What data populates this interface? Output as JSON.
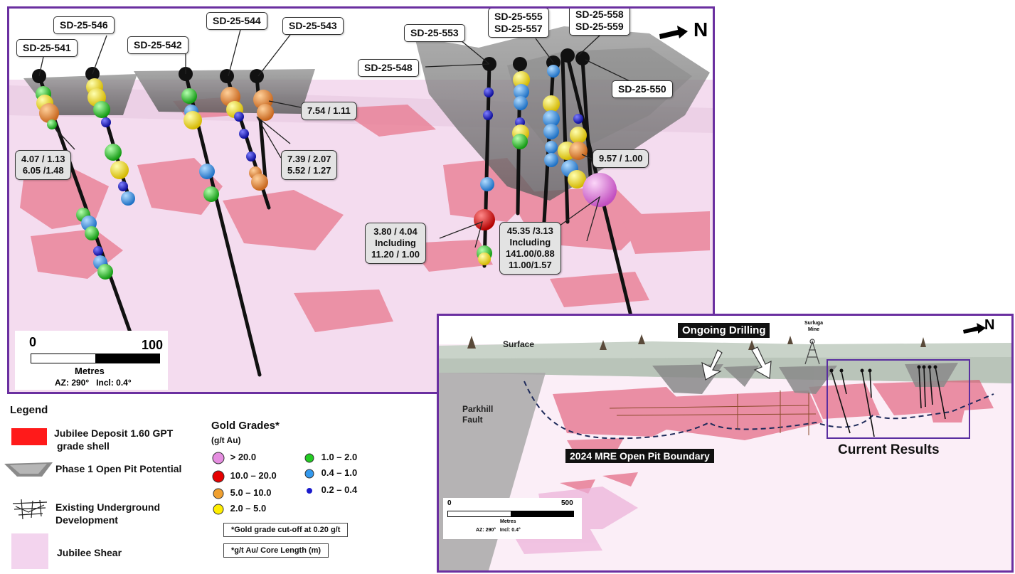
{
  "main_section": {
    "north_label": "N",
    "hole_labels": [
      "SD-25-541",
      "SD-25-546",
      "SD-25-542",
      "SD-25-544",
      "SD-25-543",
      "SD-25-553",
      "SD-25-548",
      "SD-25-555",
      "SD-25-557",
      "SD-25-558",
      "SD-25-559",
      "SD-25-550"
    ],
    "grade_callouts": {
      "c1": [
        "4.07 / 1.13",
        "6.05 /1.48"
      ],
      "c2": [
        "7.54 / 1.11"
      ],
      "c3": [
        "7.39 / 2.07",
        "5.52 / 1.27"
      ],
      "c4": [
        "9.57 / 1.00"
      ],
      "c5": [
        "3.80 / 4.04",
        "Including",
        "11.20 / 1.00"
      ],
      "c6": [
        "45.35 /3.13",
        "Including",
        "141.00/0.88",
        "11.00/1.57"
      ]
    },
    "scale": {
      "min": "0",
      "max": "100",
      "unit": "Metres",
      "orientation": "AZ: 290°   Incl: 0.4°"
    }
  },
  "legend": {
    "title": "Legend",
    "items": [
      {
        "label_1": "Jubilee Deposit 1.60 GPT",
        "label_2": "grade shell",
        "color": "#ff1a1a"
      },
      {
        "label_1": "Phase 1 Open Pit Potential",
        "label_2": "",
        "color": "#8a8a8a"
      },
      {
        "label_1": "Existing Underground",
        "label_2": "Development",
        "color": "#222222"
      },
      {
        "label_1": "Jubilee Shear",
        "label_2": "",
        "color": "#f3d4ee"
      }
    ]
  },
  "gold_grades": {
    "title": "Gold Grades*",
    "unit": "(g/t Au)",
    "classes": [
      {
        "label": "> 20.0",
        "color": "#e58ee0"
      },
      {
        "label": "10.0 – 20.0",
        "color": "#e60000"
      },
      {
        "label": "5.0 – 10.0",
        "color": "#f0a030"
      },
      {
        "label": "2.0 – 5.0",
        "color": "#ffee00"
      },
      {
        "label": "1.0 – 2.0",
        "color": "#22cc22"
      },
      {
        "label": "0.4 – 1.0",
        "color": "#3399ee"
      },
      {
        "label": "0.2 – 0.4",
        "color": "#1a1acc"
      }
    ],
    "note_cutoff": "*Gold grade cut-off at 0.20 g/t",
    "note_units": "*g/t Au/ Core Length (m)"
  },
  "inset": {
    "north_label": "N",
    "surface_label": "Surface",
    "ongoing_label": "Ongoing Drilling",
    "mine_label_1": "Surluga",
    "mine_label_2": "Mine",
    "fault_label_1": "Parkhill",
    "fault_label_2": "Fault",
    "boundary_label": "2024 MRE Open Pit Boundary",
    "results_label": "Current Results",
    "scale": {
      "min": "0",
      "max": "500",
      "unit": "Metres",
      "orientation": "AZ: 290°   Incl: 0.4°"
    }
  }
}
